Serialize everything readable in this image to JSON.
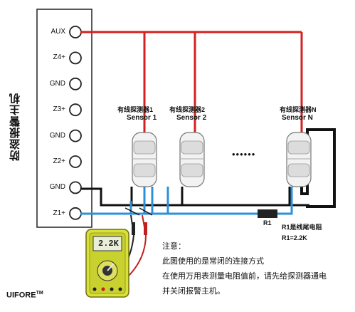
{
  "panel": {
    "title": "防盗报警主机",
    "terminals": [
      "AUX",
      "Z4+",
      "GND",
      "Z3+",
      "GND",
      "Z2+",
      "GND",
      "Z1+"
    ]
  },
  "sensors": [
    {
      "cn": "有线探测器1",
      "en": "Sensor 1"
    },
    {
      "cn": "有线探测器2",
      "en": "Sensor 2"
    },
    {
      "cn": "有线探测器N",
      "en": "Sensor N"
    }
  ],
  "ellipsis": "••••••",
  "resistor": {
    "label": "R1",
    "note_line1": "R1是线尾电阻",
    "note_line2": "R1=2.2K"
  },
  "meter": {
    "display": "2.2K"
  },
  "note": {
    "title": "注意：",
    "lines": [
      "此图使用的是常闭的连接方式",
      "在使用万用表测量电阻值前，请先给探测器通电",
      "并关闭报警主机。"
    ]
  },
  "brand": {
    "name": "UIFORE",
    "tm": "TM"
  },
  "colors": {
    "power_wire": "#d42020",
    "signal_wire": "#2b90d9",
    "ground_wire": "#111111",
    "meter_body": "#d8e03a",
    "resistor": "#222222"
  }
}
